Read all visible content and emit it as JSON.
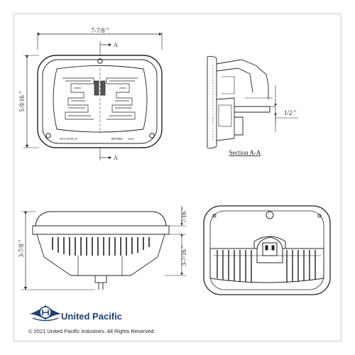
{
  "dimensions": {
    "front_width": "7-7/8 \"",
    "front_height": "5-9/16 \"",
    "section_offset": "1/2 \"",
    "side_height": "3-7/8 \"",
    "top_depth": "7/16 \"",
    "body_depth": "3-7/16 \""
  },
  "labels": {
    "section_marker_top": "A",
    "section_marker_bottom": "A",
    "section_caption": "Section A-A",
    "lens_text_left": "DOT SAE HL 20",
    "lens_text_center": "PREMIER",
    "lens_text_right": "34122"
  },
  "brand": {
    "name": "United Pacific",
    "copyright": "© 2021 United Pacific Industries. All Rights Reserved.",
    "color": "#1f3f6e"
  }
}
